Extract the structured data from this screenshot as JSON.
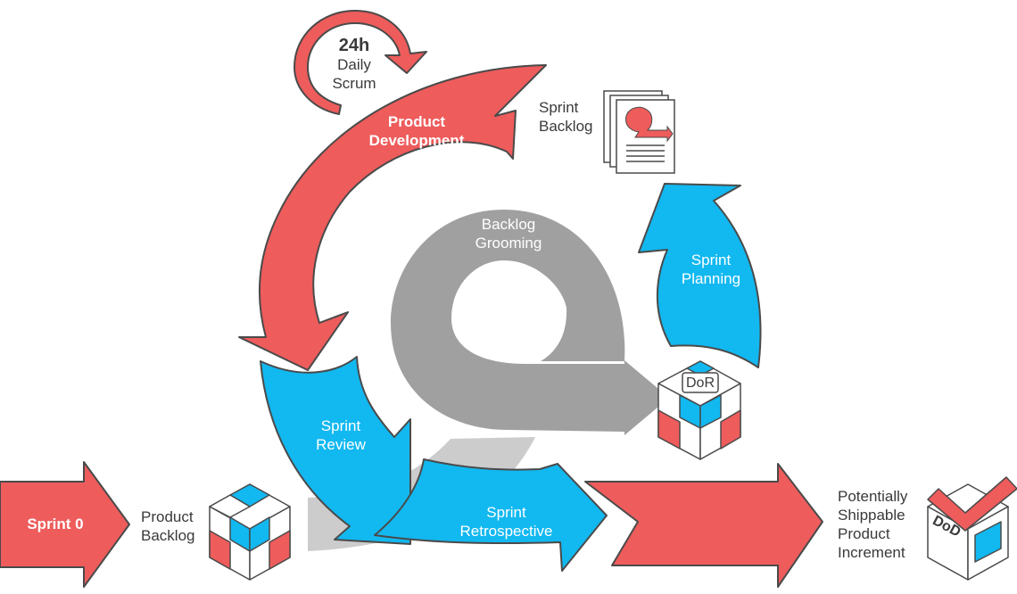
{
  "colors": {
    "red": "#ee5c5c",
    "blue": "#12b8f0",
    "gray": "#a0a0a0",
    "light_gray": "#cccccc",
    "outline": "#4a4a4a",
    "text_dark": "#3a3a3a",
    "text_light": "#ffffff"
  },
  "labels": {
    "daily_scrum": {
      "line1": "24h",
      "line2": "Daily",
      "line3": "Scrum"
    },
    "product_development": {
      "line1": "Product",
      "line2": "Development"
    },
    "sprint_backlog": {
      "line1": "Sprint",
      "line2": "Backlog"
    },
    "backlog_grooming": {
      "line1": "Backlog",
      "line2": "Grooming"
    },
    "sprint_planning": {
      "line1": "Sprint",
      "line2": "Planning"
    },
    "sprint_review": {
      "line1": "Sprint",
      "line2": "Review"
    },
    "sprint_retrospective": {
      "line1": "Sprint",
      "line2": "Retrospective"
    },
    "sprint_0": "Sprint 0",
    "product_backlog": {
      "line1": "Product",
      "line2": "Backlog"
    },
    "potentially_shippable": {
      "line1": "Potentially",
      "line2": "Shippable",
      "line3": "Product",
      "line4": "Increment"
    },
    "dor": "DoR",
    "dod": "DoD"
  },
  "icons": {
    "daily_loop": "circular-arrow-icon",
    "sprint_backlog_doc": "document-stack-icon",
    "dor_cube": "cube-icon",
    "product_backlog_cube": "cube-icon",
    "dod_box": "box-checkmark-icon"
  }
}
